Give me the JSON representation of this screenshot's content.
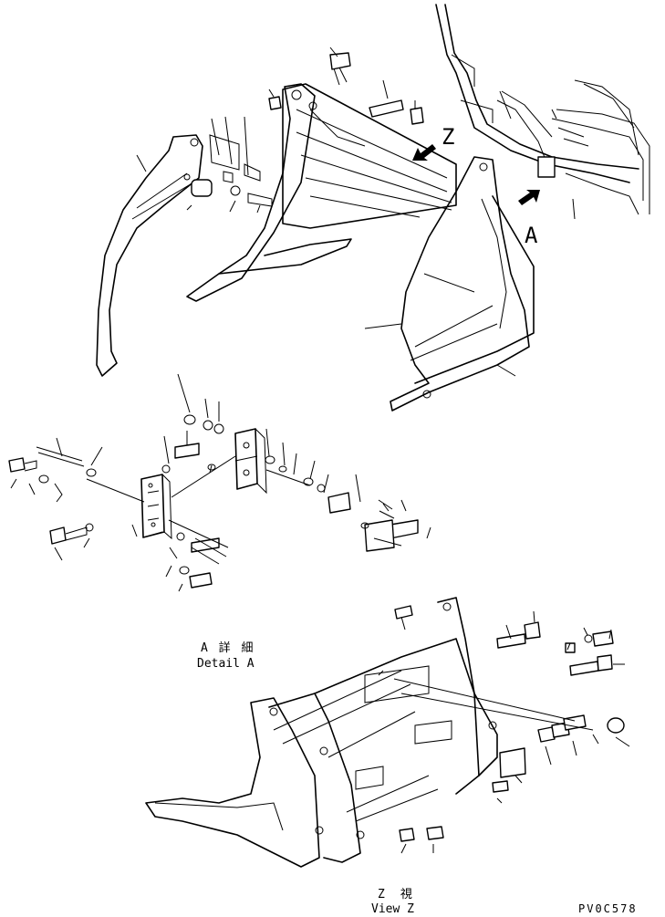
{
  "view_letters": {
    "z": "Z",
    "a": "A"
  },
  "detail_a": {
    "jp": "A 詳 細",
    "en": "Detail A"
  },
  "view_z": {
    "jp": "Z　視",
    "en": "View Z"
  },
  "drawing_code": "PV0C578",
  "colors": {
    "line": "#000000",
    "background": "#ffffff"
  }
}
